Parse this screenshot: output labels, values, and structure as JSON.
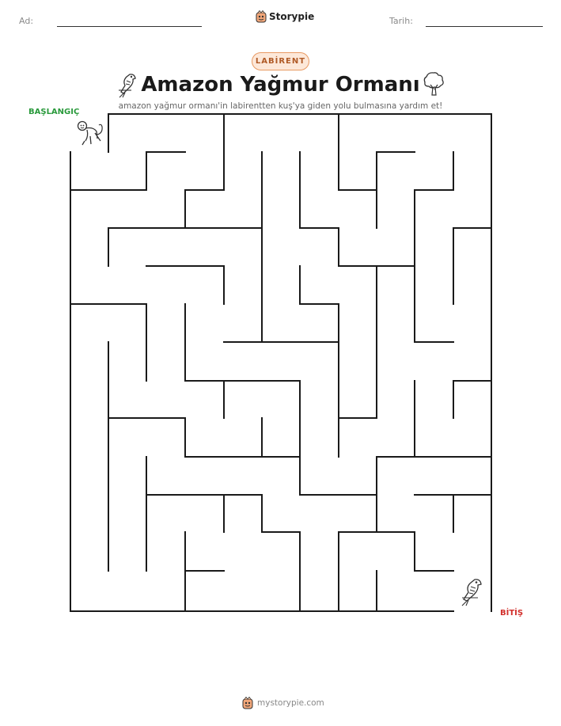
{
  "header": {
    "name_label": "Ad:",
    "date_label": "Tarih:",
    "brand": "Storypie"
  },
  "badge": "LABİRENT",
  "title": "Amazon Yağmur Ormanı",
  "subtitle": "amazon yağmur ormanı'in labirentten kuş'ya giden yolu bulmasına yardım et!",
  "maze": {
    "start_label": "BAŞLANGIÇ",
    "end_label": "BİTİŞ",
    "start_icon": "monkey-icon",
    "end_icon": "parrot-icon",
    "decorations": [
      "parrot-icon",
      "tree-icon"
    ]
  },
  "footer": {
    "site": "mystorypie.com",
    "icon": "storypie-logo-icon"
  },
  "colors": {
    "badge_bg": "#fde8d9",
    "badge_border": "#e89a63",
    "badge_text": "#b05a26",
    "start": "#2a9a3c",
    "end": "#d2302c"
  }
}
